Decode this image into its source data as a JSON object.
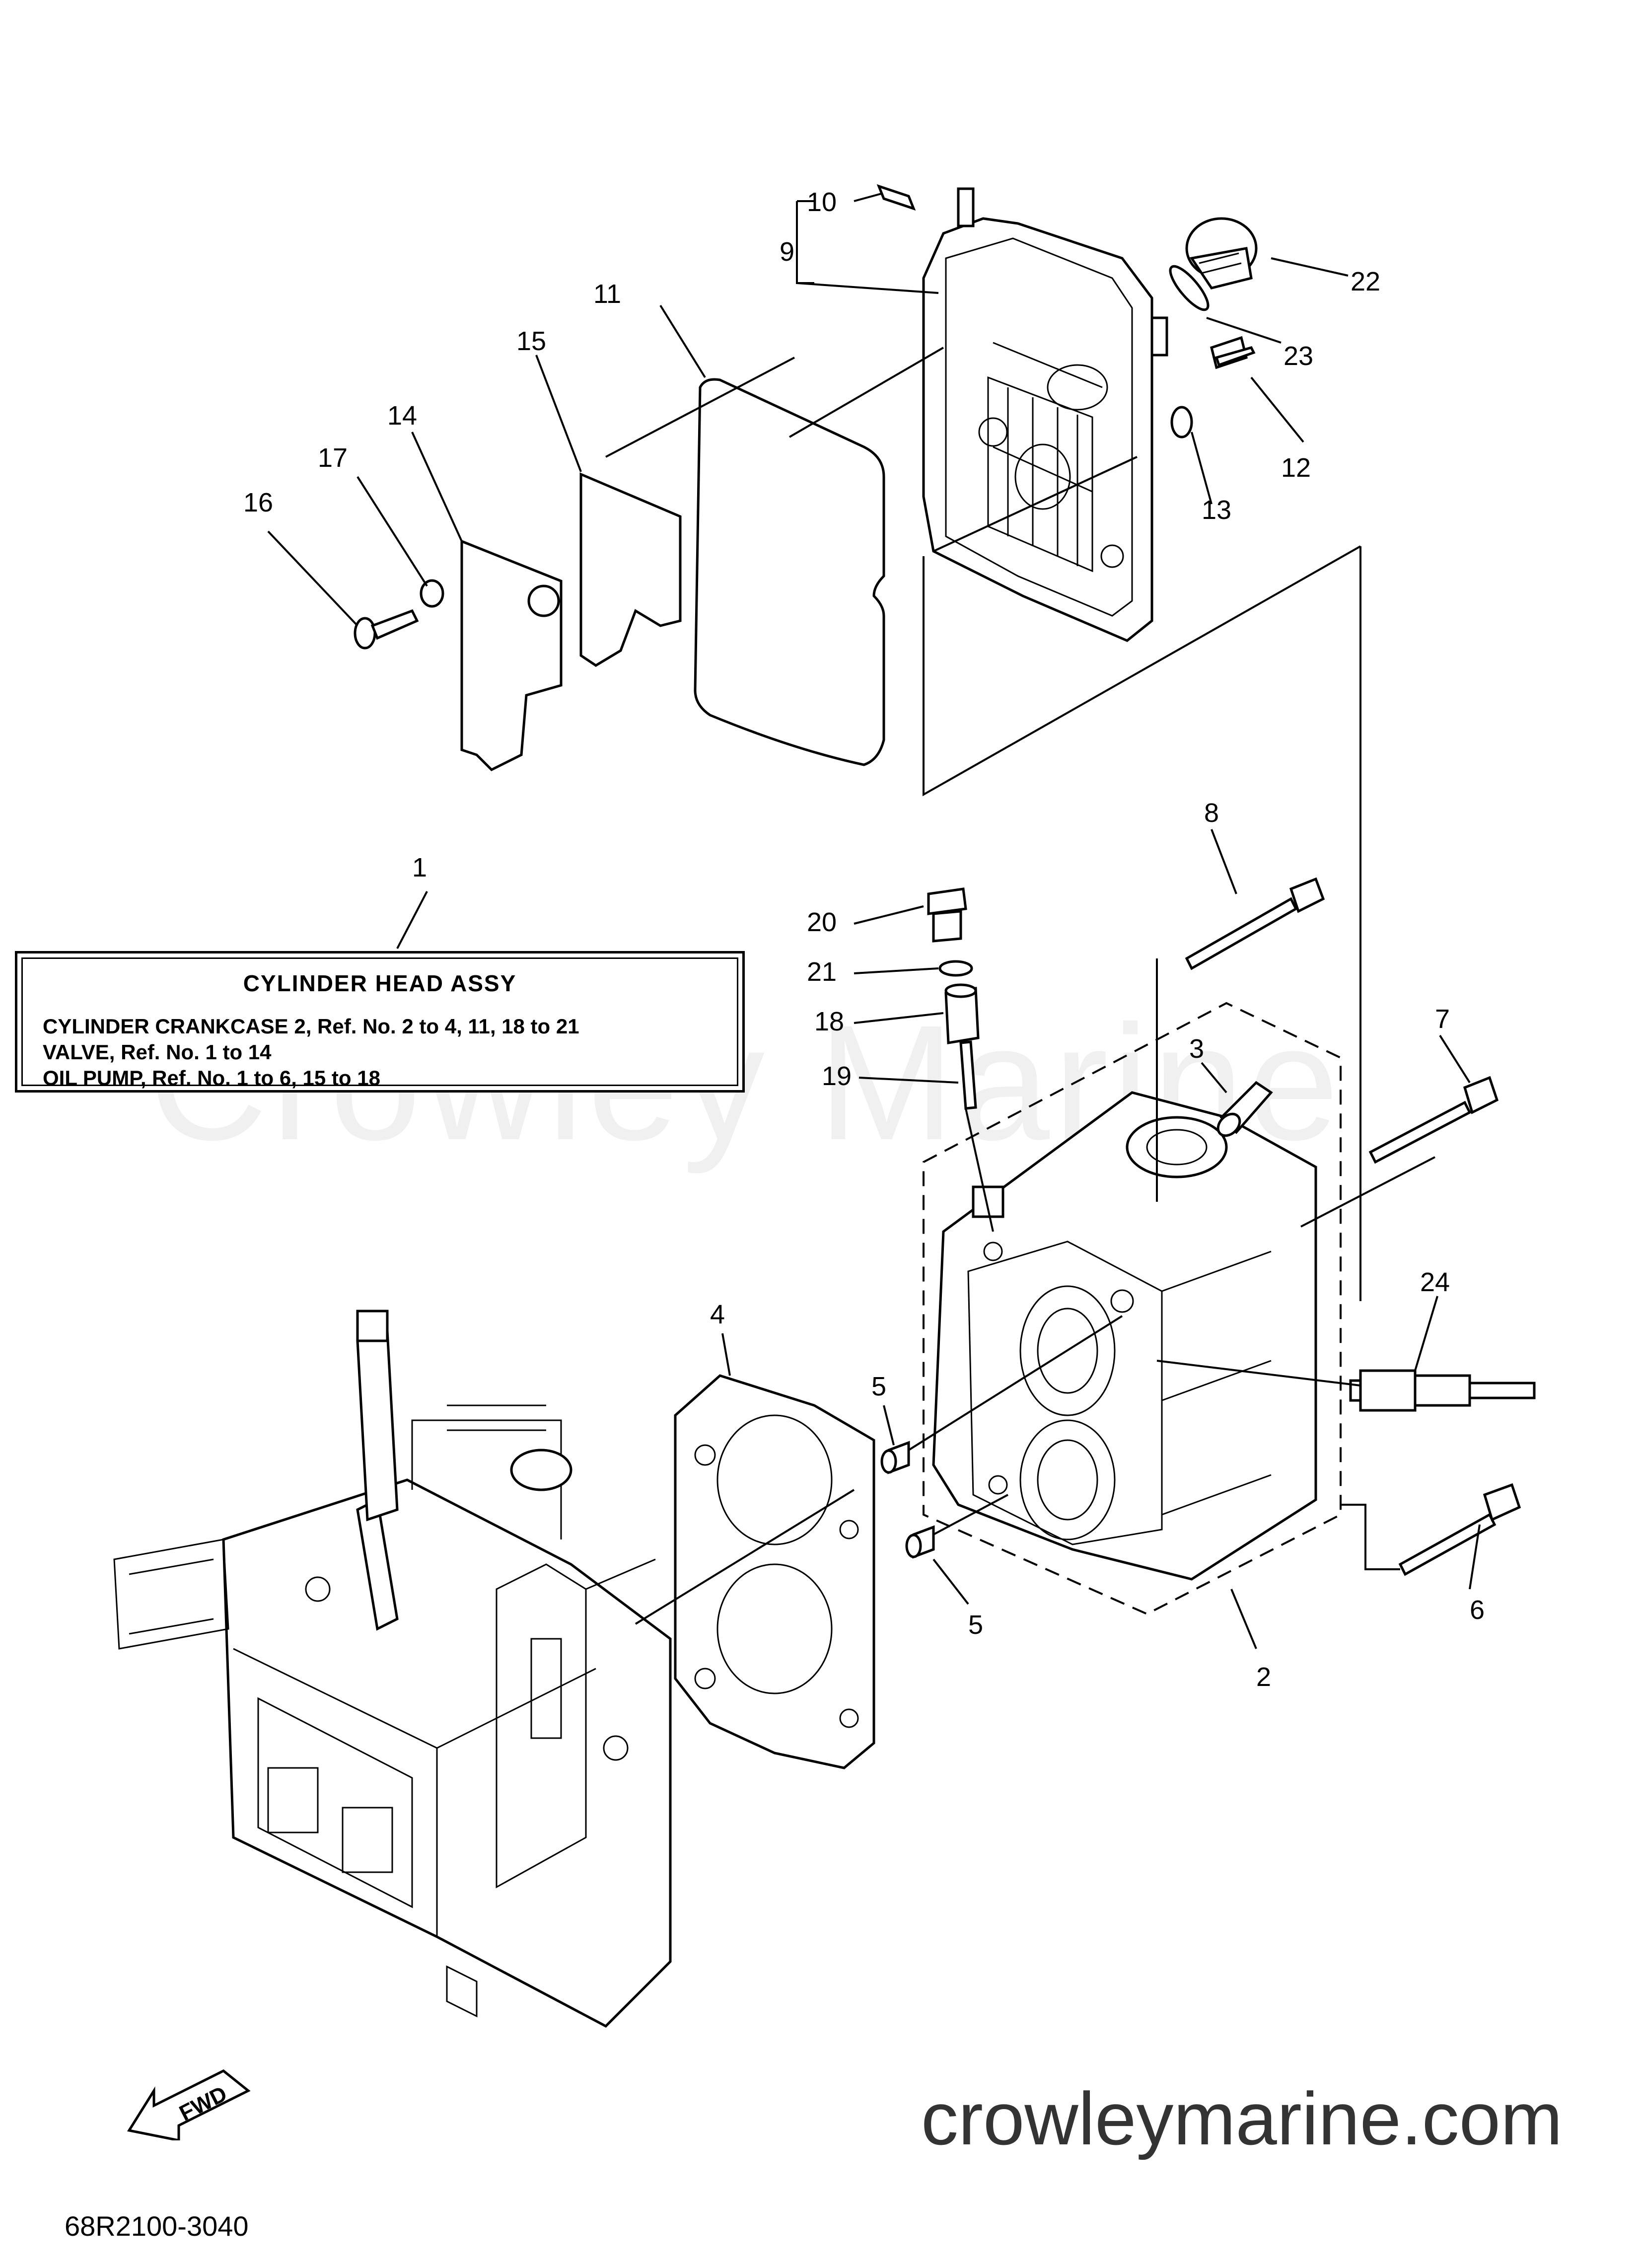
{
  "watermark": "Crowley Marine",
  "legend": {
    "title": "CYLINDER HEAD ASSY",
    "lines": [
      "CYLINDER CRANKCASE 2,  Ref. No. 2 to 4, 11, 18 to 21",
      "VALVE,  Ref. No. 1 to 14",
      "OIL PUMP,  Ref. No. 1 to 6, 15 to 18"
    ]
  },
  "callouts": {
    "c1": "1",
    "c2": "2",
    "c3": "3",
    "c4": "4",
    "c5a": "5",
    "c5b": "5",
    "c6": "6",
    "c7": "7",
    "c8": "8",
    "c9": "9",
    "c10": "10",
    "c11": "11",
    "c12": "12",
    "c13": "13",
    "c14": "14",
    "c15": "15",
    "c16": "16",
    "c17": "17",
    "c18": "18",
    "c19": "19",
    "c20": "20",
    "c21": "21",
    "c22": "22",
    "c23": "23",
    "c24": "24"
  },
  "fwd_label": "FWD",
  "website": "crowleymarine.com",
  "part_number": "68R2100-3040"
}
